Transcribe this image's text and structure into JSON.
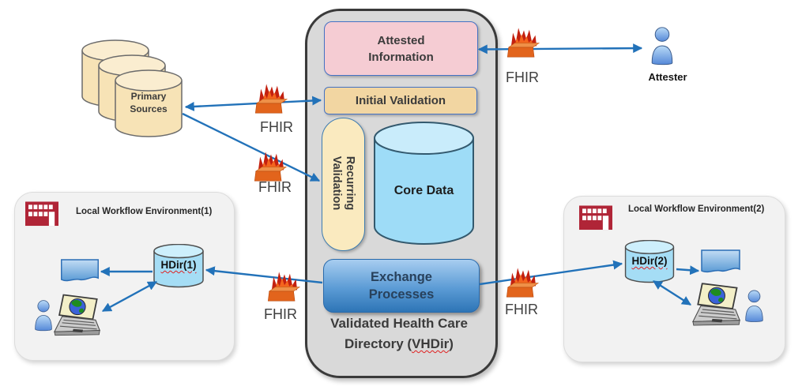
{
  "central": {
    "attested_label": "Attested\nInformation",
    "initial_label": "Initial Validation",
    "recurring_label": "Recurring\nValidation",
    "core_label": "Core Data",
    "exchange_label": "Exchange\nProcesses",
    "caption_line1": "Validated Health Care",
    "caption_prefix": "Directory (",
    "caption_vhdir": "VHDir",
    "caption_suffix": ")"
  },
  "primary_sources_label": "Primary\nSources",
  "attester_label": "Attester",
  "fhir_label": "FHIR",
  "lwe1": {
    "title": "Local Workflow Environment(1)",
    "hdir_label": "HDir(1)"
  },
  "lwe2": {
    "title": "Local Workflow Environment(2)",
    "hdir_label": "HDir(2)"
  },
  "colors": {
    "arrow_blue": "#2272b9",
    "container_gray": "#d9d9d9",
    "attested_pink": "#f5ccd3",
    "validation_tan": "#f2d6a2",
    "recurring_cream": "#faeabf",
    "core_blue": "#9edcf7",
    "exchange_blue_top": "#a7cdf0",
    "exchange_blue_bottom": "#2e75b6",
    "lwe_gray": "#f2f2f2",
    "building_red": "#b02537",
    "fire_orange": "#e8651c",
    "fire_red": "#c3200f",
    "squiggle_red": "#e02020"
  }
}
